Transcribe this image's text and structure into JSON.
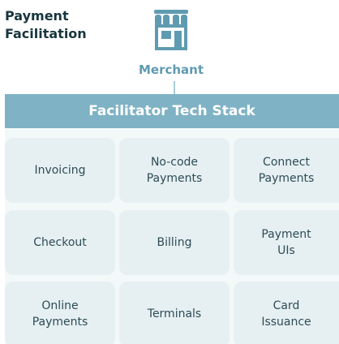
{
  "title": "Payment\nFacilitation",
  "merchant": {
    "icon": "storefront-icon",
    "label": "Merchant"
  },
  "stack": {
    "header": "Facilitator Tech Stack",
    "items": [
      "Invoicing",
      "No-code\nPayments",
      "Connect\nPayments",
      "Checkout",
      "Billing",
      "Payment\nUIs",
      "Online\nPayments",
      "Terminals",
      "Card\nIssuance"
    ]
  },
  "colors": {
    "accent": "#7fb2c5",
    "card_bg": "#e6f0f3",
    "title_text": "#17353e",
    "merchant_text": "#5f9bb0"
  }
}
